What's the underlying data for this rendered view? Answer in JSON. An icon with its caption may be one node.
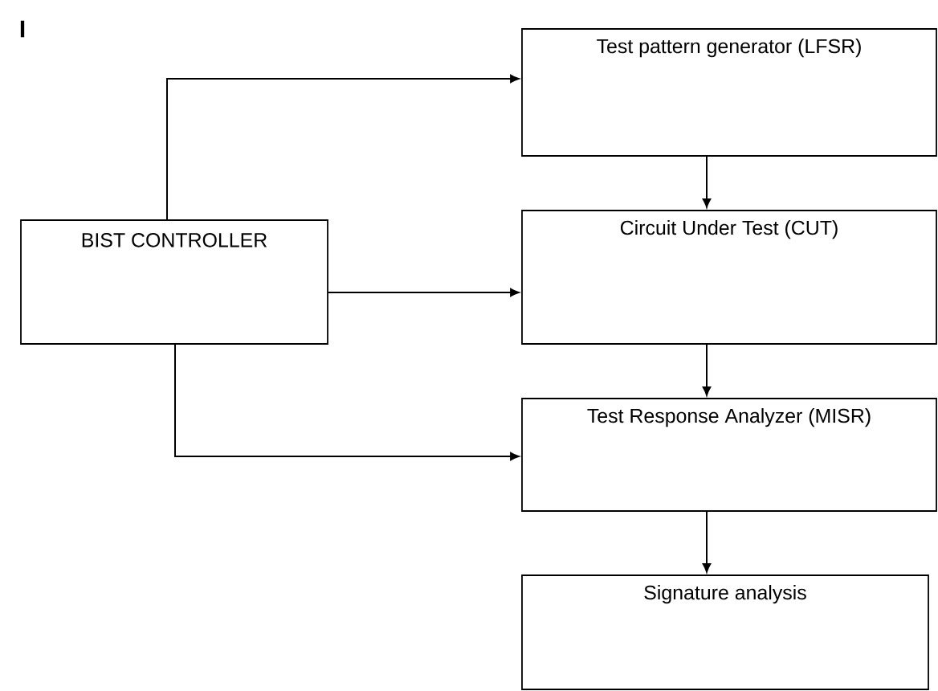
{
  "diagram": {
    "nodes": [
      {
        "text": [
          "BIST CONTROLLER"
        ]
      },
      {
        "text": [
          "Test pattern generator (LFSR)"
        ]
      },
      {
        "text": [
          "Circuit Under Test (CUT)"
        ]
      },
      {
        "text": [
          "Test Response Analyzer (MISR)"
        ]
      },
      {
        "text": [
          "Signature analysis"
        ]
      }
    ],
    "edges": [
      {
        "from": 0,
        "to": 1,
        "arrow": "to"
      },
      {
        "from": 0,
        "to": 2,
        "arrow": "to"
      },
      {
        "from": 0,
        "to": 3,
        "arrow": "to"
      },
      {
        "from": 1,
        "to": 2,
        "arrow": "to"
      },
      {
        "from": 2,
        "to": 3,
        "arrow": "to"
      },
      {
        "from": 3,
        "to": 4,
        "arrow": "to"
      }
    ],
    "labels": [
      "I"
    ]
  }
}
